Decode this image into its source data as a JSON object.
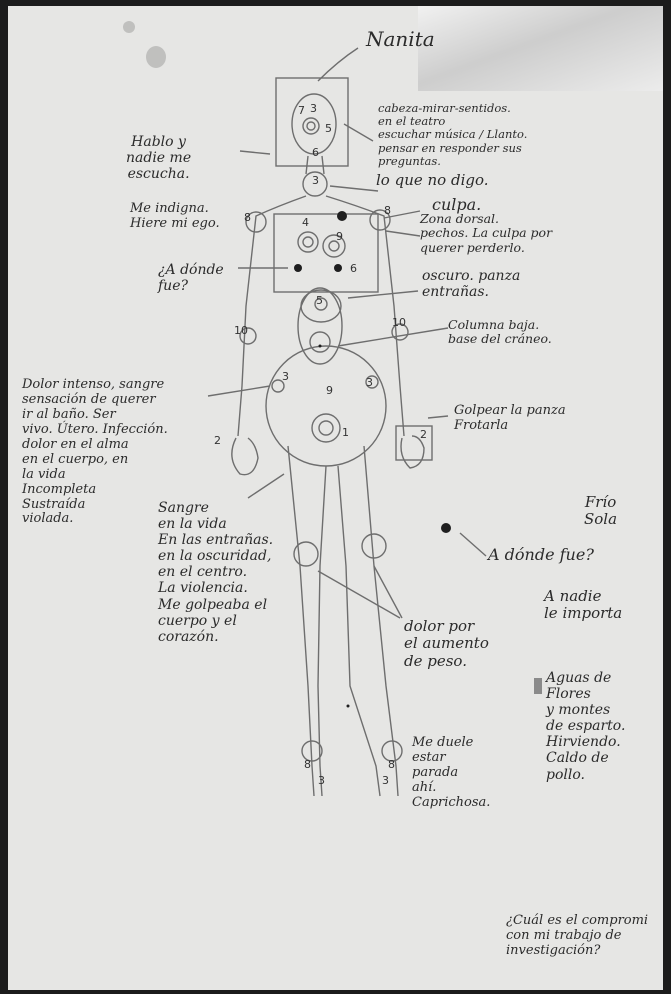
{
  "title": "Nanita",
  "notes": {
    "habla": "Hablo y\nnadie me\nescucha.",
    "cabeza": "cabeza-mirar-sentidos.\nen el teatro\nescuchar música / Llanto.\npensar en responder sus\npreguntas.",
    "no_digo": "lo que no digo.",
    "indigna": "Me indigna.\nHiere mi ego.",
    "culpa": "culpa.",
    "zona_dorsal": "Zona dorsal.\npechos. La culpa por\nquerer perderlo.",
    "adonde": "¿A dónde\nfue?",
    "oscuro": "oscuro. panza\nentrañas.",
    "columna": "Columna baja.\nbase del cráneo.",
    "dolor_intenso": "Dolor intenso, sangre\nsensación de querer\nir al baño. Ser\nvivo. Útero. Infección.\ndolor en el alma\nen el cuerpo, en\nla vida\nIncompleta\nSustraída\nviolada.",
    "golpear": "Golpear la panza\nFrotarla",
    "sangre": "Sangre\nen la vida\nEn las entrañas.\nen la oscuridad,\nen el centro.\nLa violencia.\nMe golpeaba el\ncuerpo y el\ncorazón.",
    "frio": "Frío\nSola",
    "adonde2": "A dónde fue?",
    "nadie": "A nadie\nle importa",
    "dolor_peso": "dolor por\nel aumento\nde peso.",
    "aguas": "Aguas de\nFlores\ny montes\nde esparto.\nHirviendo.\nCaldo de\npollo.",
    "duele": "Me duele\nestar\nparada\nahí.\nCaprichosa.",
    "compromiso": "¿Cuál es el compromi\ncon mi trabajo de\ninvestigación?"
  },
  "markers": [
    "7",
    "3",
    "5",
    "6",
    "3",
    "4",
    "9",
    "6",
    "8",
    "8",
    "5",
    "10",
    "10",
    "3",
    "3",
    "9",
    "1",
    "2",
    "2",
    "8",
    "8",
    "3",
    "3"
  ],
  "colors": {
    "paper": "#e6e6e4",
    "ink": "#2b2b2b",
    "pencil": "#6e6e6e"
  }
}
